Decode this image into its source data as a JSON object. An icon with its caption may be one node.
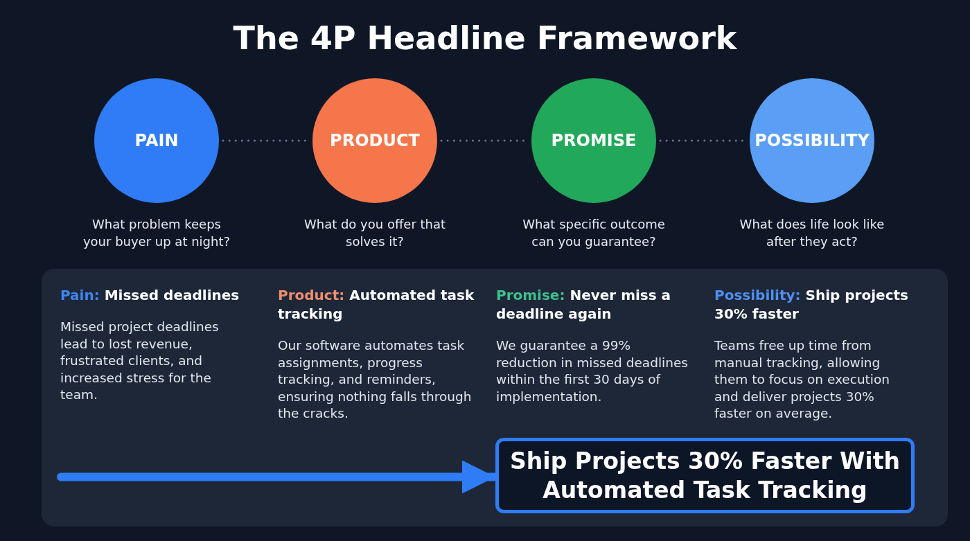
{
  "diagram": {
    "title": "The 4P Headline Framework",
    "nodes": [
      {
        "text": [
          "PAIN"
        ],
        "beside": [
          "What problem keeps your buyer up at night?"
        ]
      },
      {
        "text": [
          "PRODUCT"
        ],
        "beside": [
          "What do you offer that solves it?"
        ]
      },
      {
        "text": [
          "PROMISE"
        ],
        "beside": [
          "What specific outcome can you guarantee?"
        ]
      },
      {
        "text": [
          "POSSIBILITY"
        ],
        "beside": [
          "What does life look like after they act?"
        ]
      },
      {
        "text": [
          "Ship Projects 30% Faster With Automated Task Tracking"
        ]
      }
    ],
    "edges": [
      {
        "from": 0,
        "to": 1,
        "arrow": "none",
        "style": "dashed"
      },
      {
        "from": 1,
        "to": 2,
        "arrow": "none",
        "style": "dashed"
      },
      {
        "from": 2,
        "to": 3,
        "arrow": "none",
        "style": "dashed"
      },
      {
        "from": null,
        "to": 4,
        "arrow": "to",
        "style": "thick",
        "color": "#2f7cf6"
      }
    ],
    "labels": [
      "Pain: Missed deadlines",
      "Missed project deadlines lead to lost revenue, frustrated clients, and increased stress for the team.",
      "Product: Automated task tracking",
      "Our software automates task assignments, progress tracking, and reminders, ensuring nothing falls through the cracks.",
      "Promise: Never miss a deadline again",
      "We guarantee a 99% reduction in missed deadlines within the first 30 days of implementation.",
      "Possibility: Ship projects 30% faster",
      "Teams free up time from manual tracking, allowing them to focus on execution and deliver projects 30% faster on average."
    ]
  }
}
